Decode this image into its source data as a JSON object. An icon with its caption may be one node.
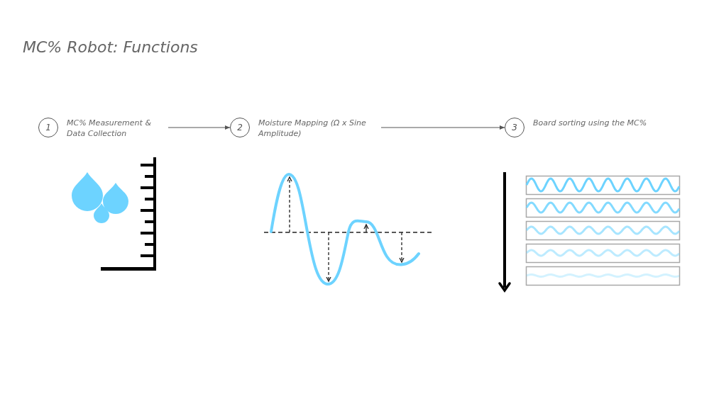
{
  "diagram": {
    "title": "MC% Robot: Functions",
    "nodes": [
      {
        "text": [
          "1"
        ],
        "beside": [
          "MC% Measurement & Data Collection"
        ]
      },
      {
        "text": [
          "2"
        ],
        "beside": [
          "Moisture Mapping (Ω x Sine Amplitude)"
        ]
      },
      {
        "text": [
          "3"
        ],
        "beside": [
          "Board sorting using the MC%"
        ]
      }
    ],
    "edges": [
      {
        "from": 0,
        "to": 1,
        "arrow": "to"
      },
      {
        "from": 1,
        "to": 2,
        "arrow": "to"
      }
    ]
  }
}
